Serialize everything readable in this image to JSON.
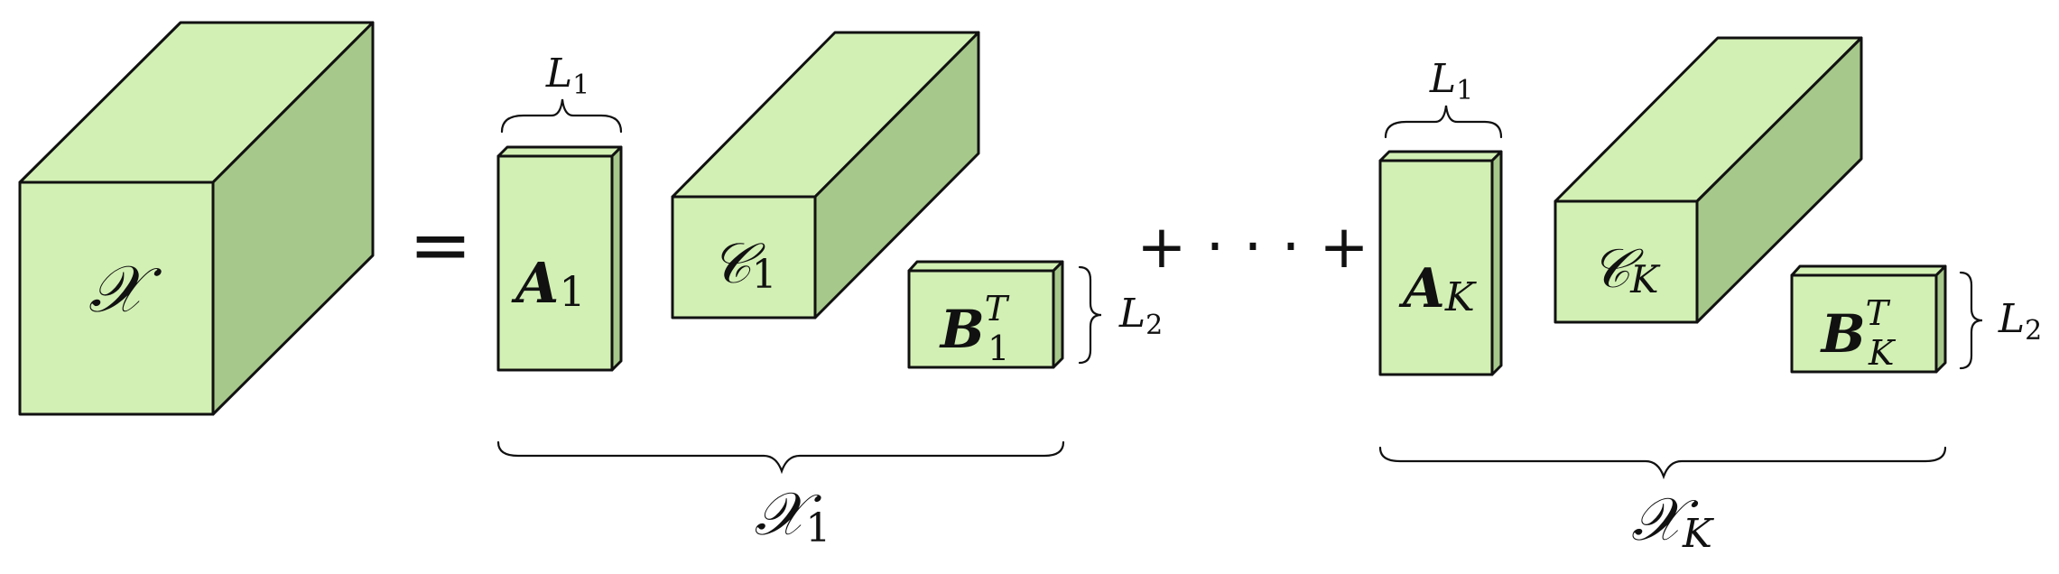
{
  "colors": {
    "face": "#d2f0b4",
    "side": "#a6c88a",
    "stroke": "#111111"
  },
  "tensor": {
    "symbol": "𝒳"
  },
  "operators": {
    "equals": "=",
    "plus_dots": "+ · · · +"
  },
  "term1": {
    "factor_a": {
      "base": "A",
      "sub": "1"
    },
    "width_label": {
      "base": "L",
      "sub": "1"
    },
    "core": {
      "base": "𝒞",
      "sub": "1"
    },
    "factor_b": {
      "base": "B",
      "sub": "1",
      "sup": "T"
    },
    "height_label": {
      "base": "L",
      "sub": "2"
    },
    "sum_label": {
      "base": "𝒳",
      "sub": "1"
    }
  },
  "termK": {
    "factor_a": {
      "base": "A",
      "sub": "K"
    },
    "width_label": {
      "base": "L",
      "sub": "1"
    },
    "core": {
      "base": "𝒞",
      "sub": "K"
    },
    "factor_b": {
      "base": "B",
      "sub": "K",
      "sup": "T"
    },
    "height_label": {
      "base": "L",
      "sub": "2"
    },
    "sum_label": {
      "base": "𝒳",
      "sub": "K"
    }
  }
}
